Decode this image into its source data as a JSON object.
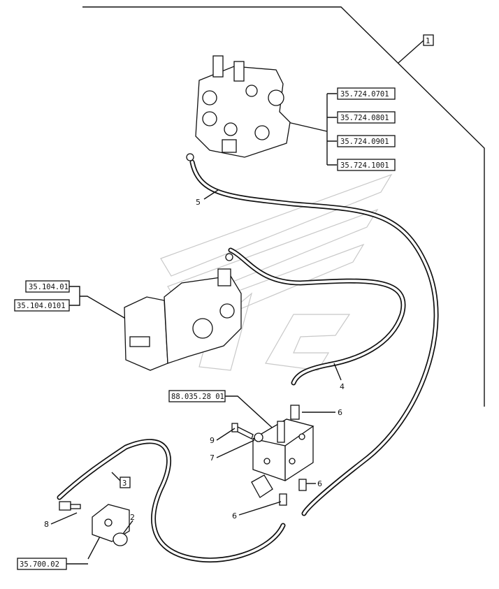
{
  "refs": {
    "valve_1": "35.724.0701",
    "valve_2": "35.724.0801",
    "valve_3": "35.724.0901",
    "valve_4": "35.724.1001",
    "pump_1": "35.104.01",
    "pump_2": "35.104.0101",
    "block": "88.035.28 01",
    "bottom": "35.700.02"
  },
  "boxed": {
    "top_right": "1",
    "hose_left": "3"
  },
  "callouts": {
    "hose_top": "5",
    "hose_right": "4",
    "fitting_upper": "6",
    "fitting_lower_right": "6",
    "fitting_lower_left": "6",
    "bolt": "9",
    "washer": "7",
    "fitting_left": "8",
    "cap": "2"
  }
}
